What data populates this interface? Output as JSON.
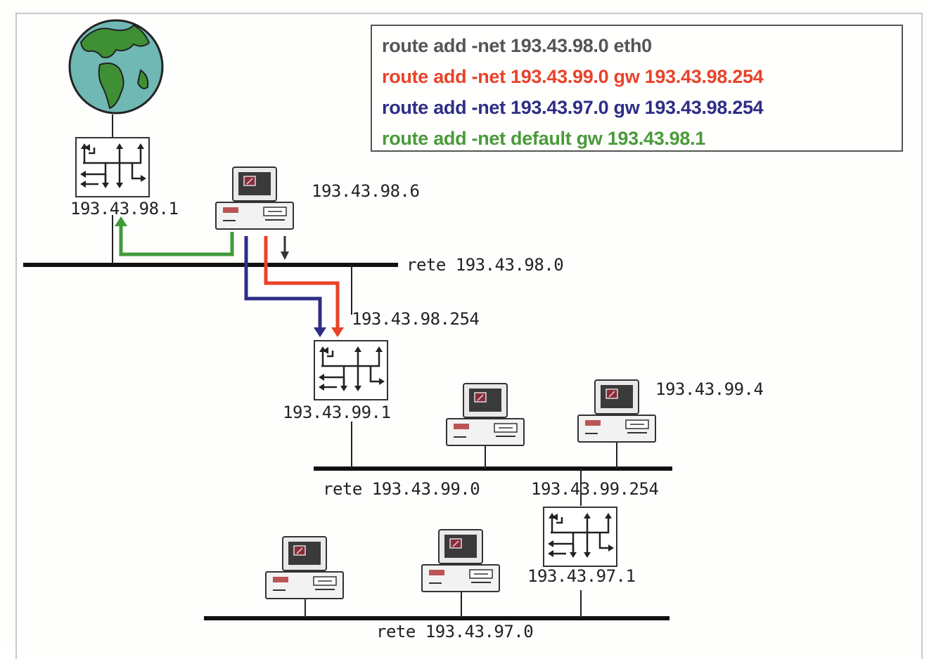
{
  "legend": {
    "commands": [
      {
        "text": "route add -net 193.43.98.0 eth0",
        "color": "#555555"
      },
      {
        "text": "route add -net 193.43.99.0 gw 193.43.98.254",
        "color": "#e8432a"
      },
      {
        "text": "route add -net 193.43.97.0 gw 193.43.98.254",
        "color": "#2e2d86"
      },
      {
        "text": "route add -net default gw 193.43.98.1",
        "color": "#4a9a3a"
      }
    ]
  },
  "labels": {
    "router_top": "193.43.98.1",
    "host_top": "193.43.98.6",
    "net_98": "rete 193.43.98.0",
    "gw_98_254": "193.43.98.254",
    "router_99_1": "193.43.99.1",
    "host_99_4": "193.43.99.4",
    "net_99": "rete 193.43.99.0",
    "gw_99_254": "193.43.99.254",
    "router_97_1": "193.43.97.1",
    "net_97": "rete 193.43.97.0"
  },
  "colors": {
    "green_route": "#3f9a3a",
    "red_route": "#e8432a",
    "blue_route": "#2e2d86",
    "eth0_route": "#333333",
    "network_line": "#111111",
    "globe_ocean": "#6fb8b4",
    "globe_land": "#3f8f34"
  },
  "icons": [
    "globe-icon",
    "router-icon",
    "computer-icon"
  ]
}
